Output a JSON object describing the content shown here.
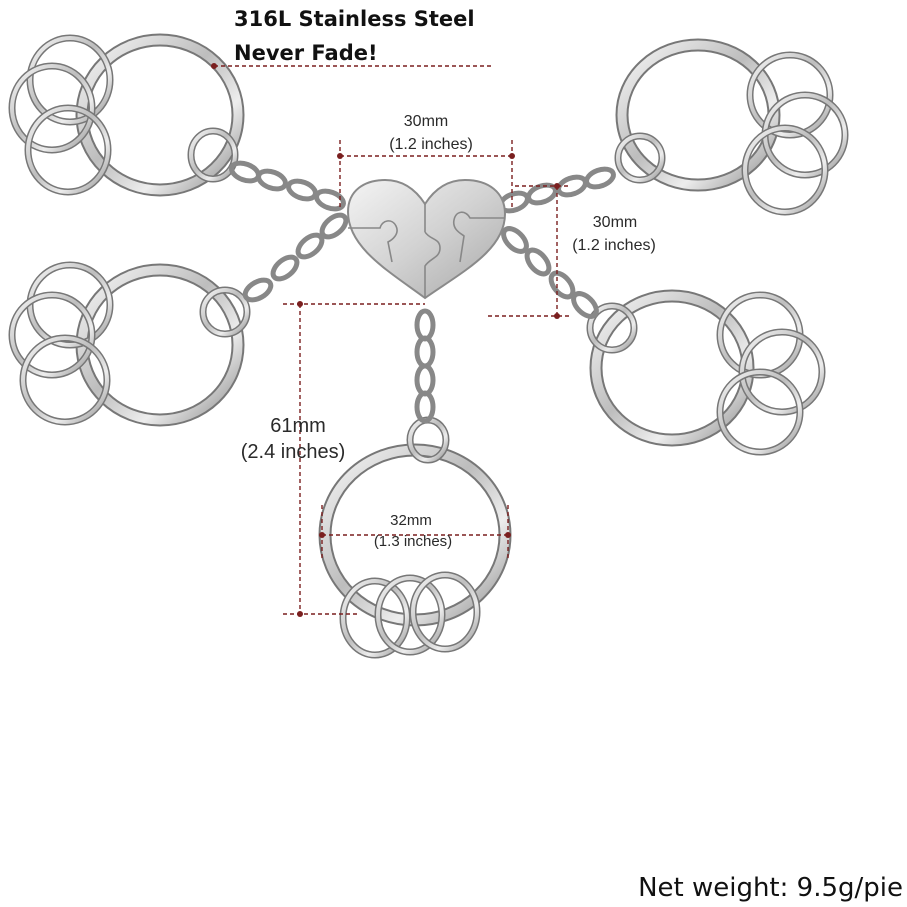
{
  "headline": {
    "line1": "316L Stainless Steel",
    "line2": "Never Fade!"
  },
  "dimensions": {
    "top_width_mm": "30mm",
    "top_width_in": "(1.2 inches)",
    "side_height_mm": "30mm",
    "side_height_in": "(1.2 inches)",
    "length_mm": "61mm",
    "length_in": "(2.4 inches)",
    "ring_mm": "32mm",
    "ring_in": "(1.3 inches)"
  },
  "net_weight": "Net weight: 9.5g/pie",
  "colors": {
    "steel": "#9a9a9a",
    "steel_light": "#e6e6e6",
    "dimension_line": "#7a1f1f"
  }
}
